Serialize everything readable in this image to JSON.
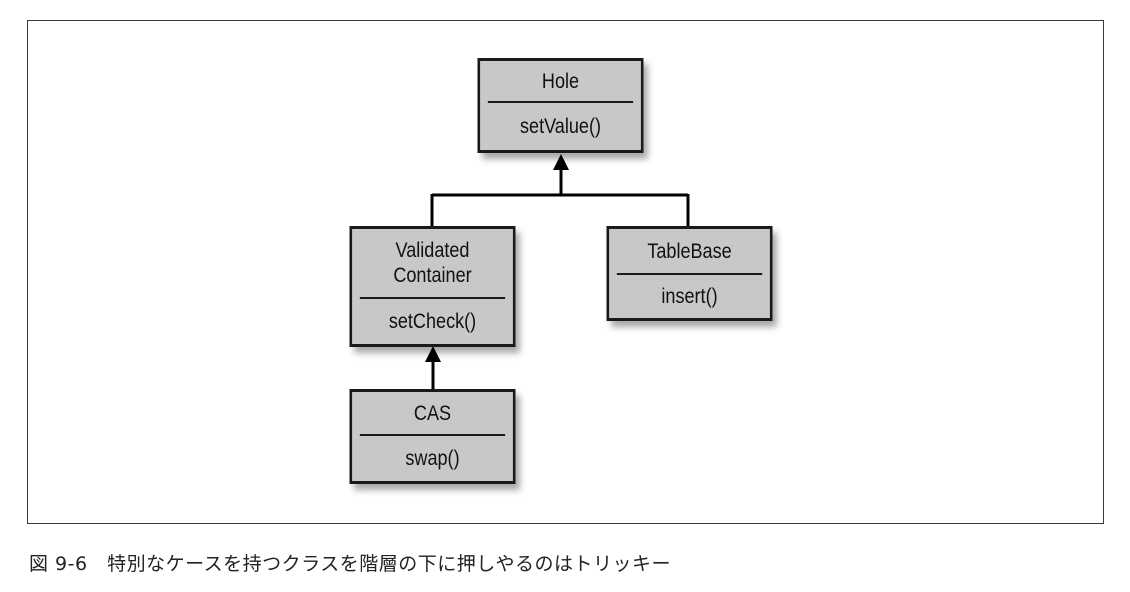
{
  "diagram": {
    "classes": {
      "hole": {
        "name": "Hole",
        "method": "setValue()"
      },
      "validated_container": {
        "name": "Validated\nContainer",
        "method": "setCheck()"
      },
      "table_base": {
        "name": "TableBase",
        "method": "insert()"
      },
      "cas": {
        "name": "CAS",
        "method": "swap()"
      }
    }
  },
  "caption": "図 9-6　特別なケースを持つクラスを階層の下に押しやるのはトリッキー"
}
